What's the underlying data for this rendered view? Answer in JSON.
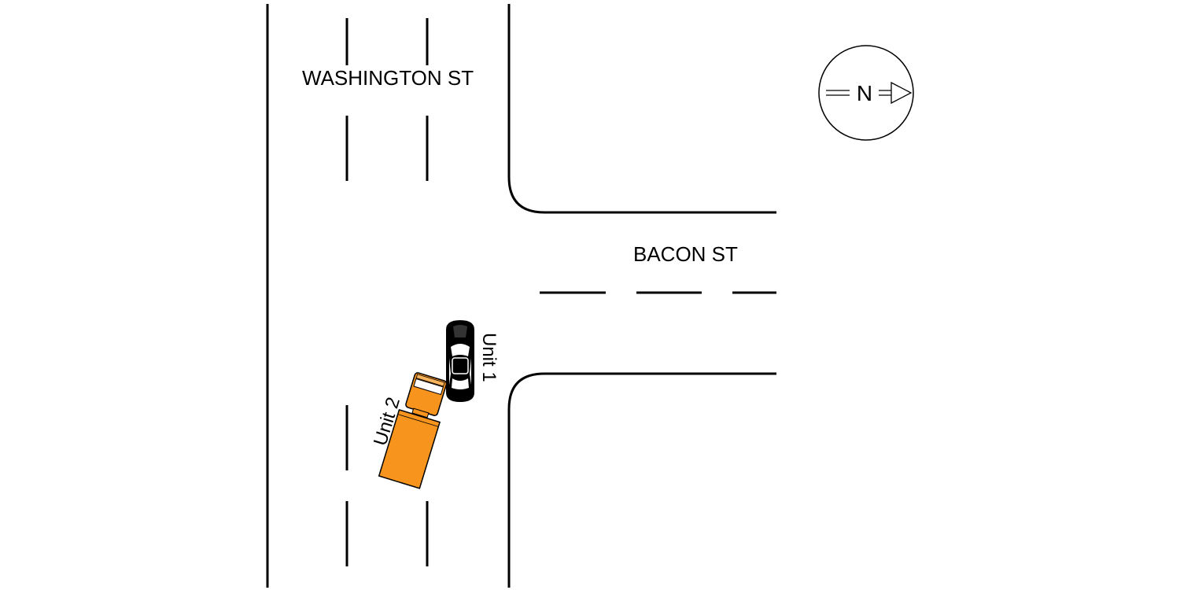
{
  "streets": {
    "washington": "WASHINGTON ST",
    "bacon": "BACON ST"
  },
  "units": [
    {
      "label": "Unit 1",
      "vehicle": "car",
      "color": "#000000"
    },
    {
      "label": "Unit 2",
      "vehicle": "truck",
      "color": "#f7941d"
    }
  ],
  "compass": {
    "letter": "N",
    "direction": "right"
  },
  "colors": {
    "road_lines": "#000000",
    "truck": "#f7941d",
    "car": "#000000",
    "background": "#ffffff"
  }
}
